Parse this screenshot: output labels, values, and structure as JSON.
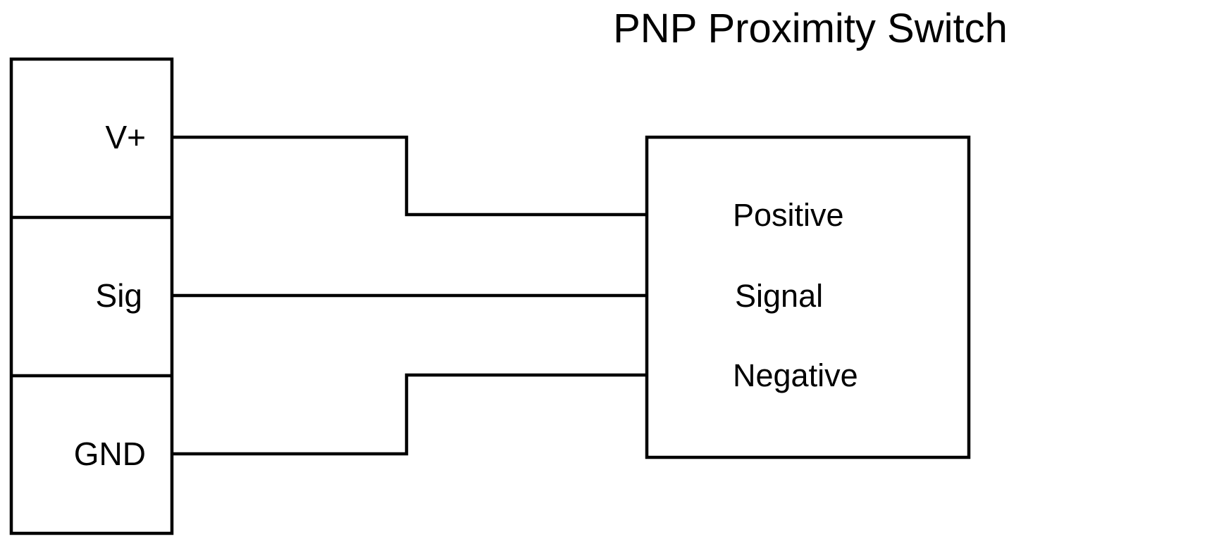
{
  "title": "PNP Proximity Switch",
  "colors": {
    "line": "#000000",
    "background": "#ffffff"
  },
  "terminal_block": {
    "terminals": [
      {
        "label": "V+"
      },
      {
        "label": "Sig"
      },
      {
        "label": "GND"
      }
    ]
  },
  "switch_box": {
    "pins": [
      {
        "label": "Positive"
      },
      {
        "label": "Signal"
      },
      {
        "label": "Negative"
      }
    ]
  },
  "connections": [
    {
      "from": "V+",
      "to": "Positive"
    },
    {
      "from": "Sig",
      "to": "Signal"
    },
    {
      "from": "GND",
      "to": "Negative"
    }
  ]
}
